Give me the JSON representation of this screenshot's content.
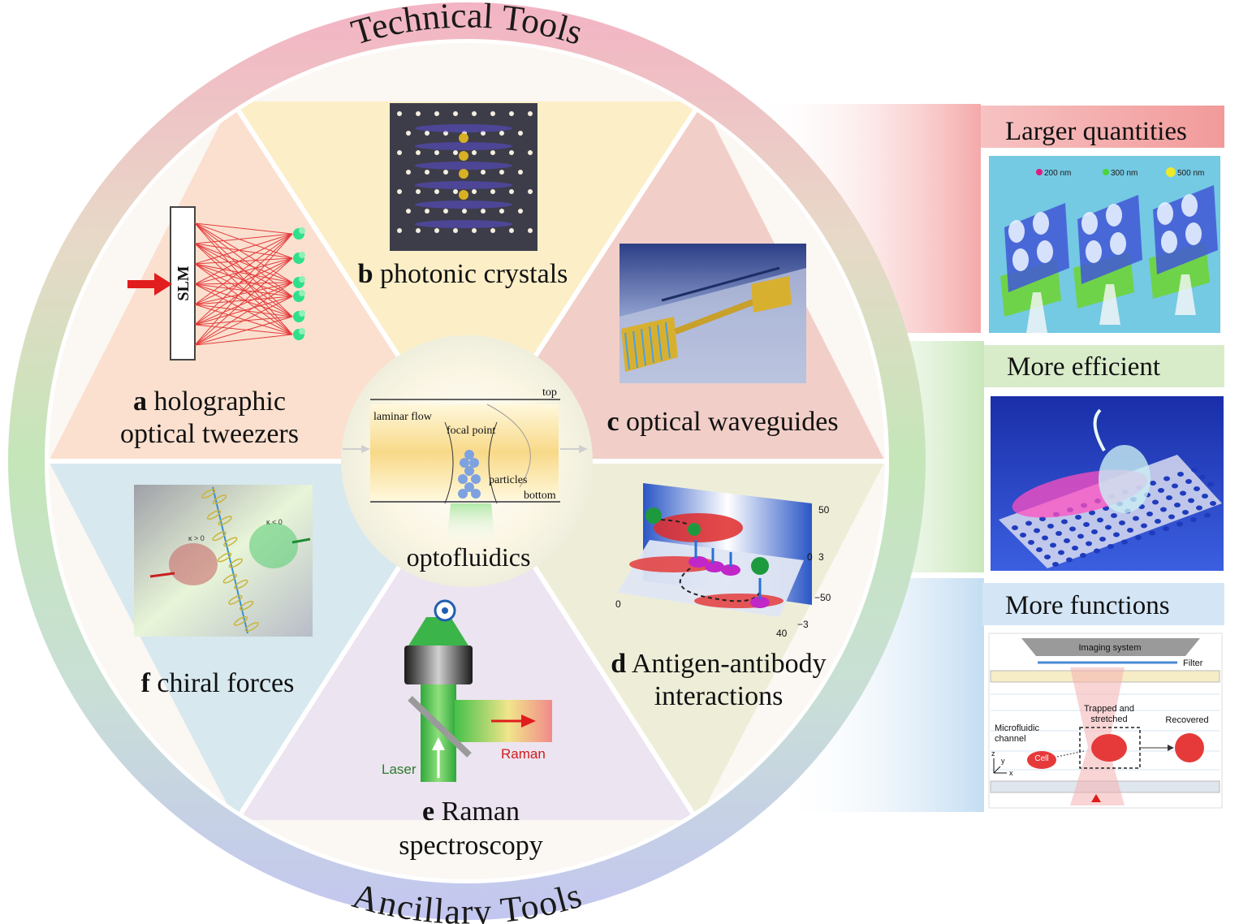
{
  "ring": {
    "top_label": "Technical Tools",
    "bottom_label": "Ancillary Tools"
  },
  "center": {
    "title": "optofluidics",
    "labels": {
      "top": "top",
      "bottom": "bottom",
      "laminar_flow": "laminar flow",
      "focal_point": "focal point",
      "particles": "particles"
    }
  },
  "segments": {
    "a": {
      "letter": "a",
      "line1": "holographic",
      "line2": "optical tweezers",
      "slm": "SLM"
    },
    "b": {
      "letter": "b",
      "text": "photonic crystals"
    },
    "c": {
      "letter": "c",
      "text": "optical waveguides"
    },
    "d": {
      "letter": "d",
      "line1": "Antigen-antibody",
      "line2": "interactions",
      "axis": {
        "t50": "50",
        "t3": "3",
        "t0": "0",
        "tm50": "−50",
        "tm3": "−3",
        "x0": "0",
        "x40": "40"
      }
    },
    "e": {
      "letter": "e",
      "line1": "Raman",
      "line2": "spectroscopy",
      "laser": "Laser",
      "raman": "Raman"
    },
    "f": {
      "letter": "f",
      "text": "chiral forces",
      "kpos": "κ > 0",
      "kneg": "κ < 0"
    }
  },
  "panels": {
    "larger": {
      "title": "Larger quantities",
      "sizes": [
        "200 nm",
        "300 nm",
        "500 nm"
      ]
    },
    "efficient": {
      "title": "More efficient"
    },
    "functions": {
      "title": "More functions",
      "imaging": "Imaging system",
      "filter": "Filter",
      "trapped1": "Trapped and",
      "trapped2": "stretched",
      "recovered": "Recovered",
      "micro1": "Microfluidic",
      "micro2": "channel",
      "cell": "Cell",
      "ax_z": "z",
      "ax_y": "y",
      "ax_x": "x"
    }
  },
  "colors": {
    "pink": "#f4b6c4",
    "green": "#bfe5b5",
    "blue": "#c7ccf2",
    "red_panel": "#f6a0a0",
    "green_panel": "#c9e8b8",
    "blue_panel": "#c9def2"
  }
}
